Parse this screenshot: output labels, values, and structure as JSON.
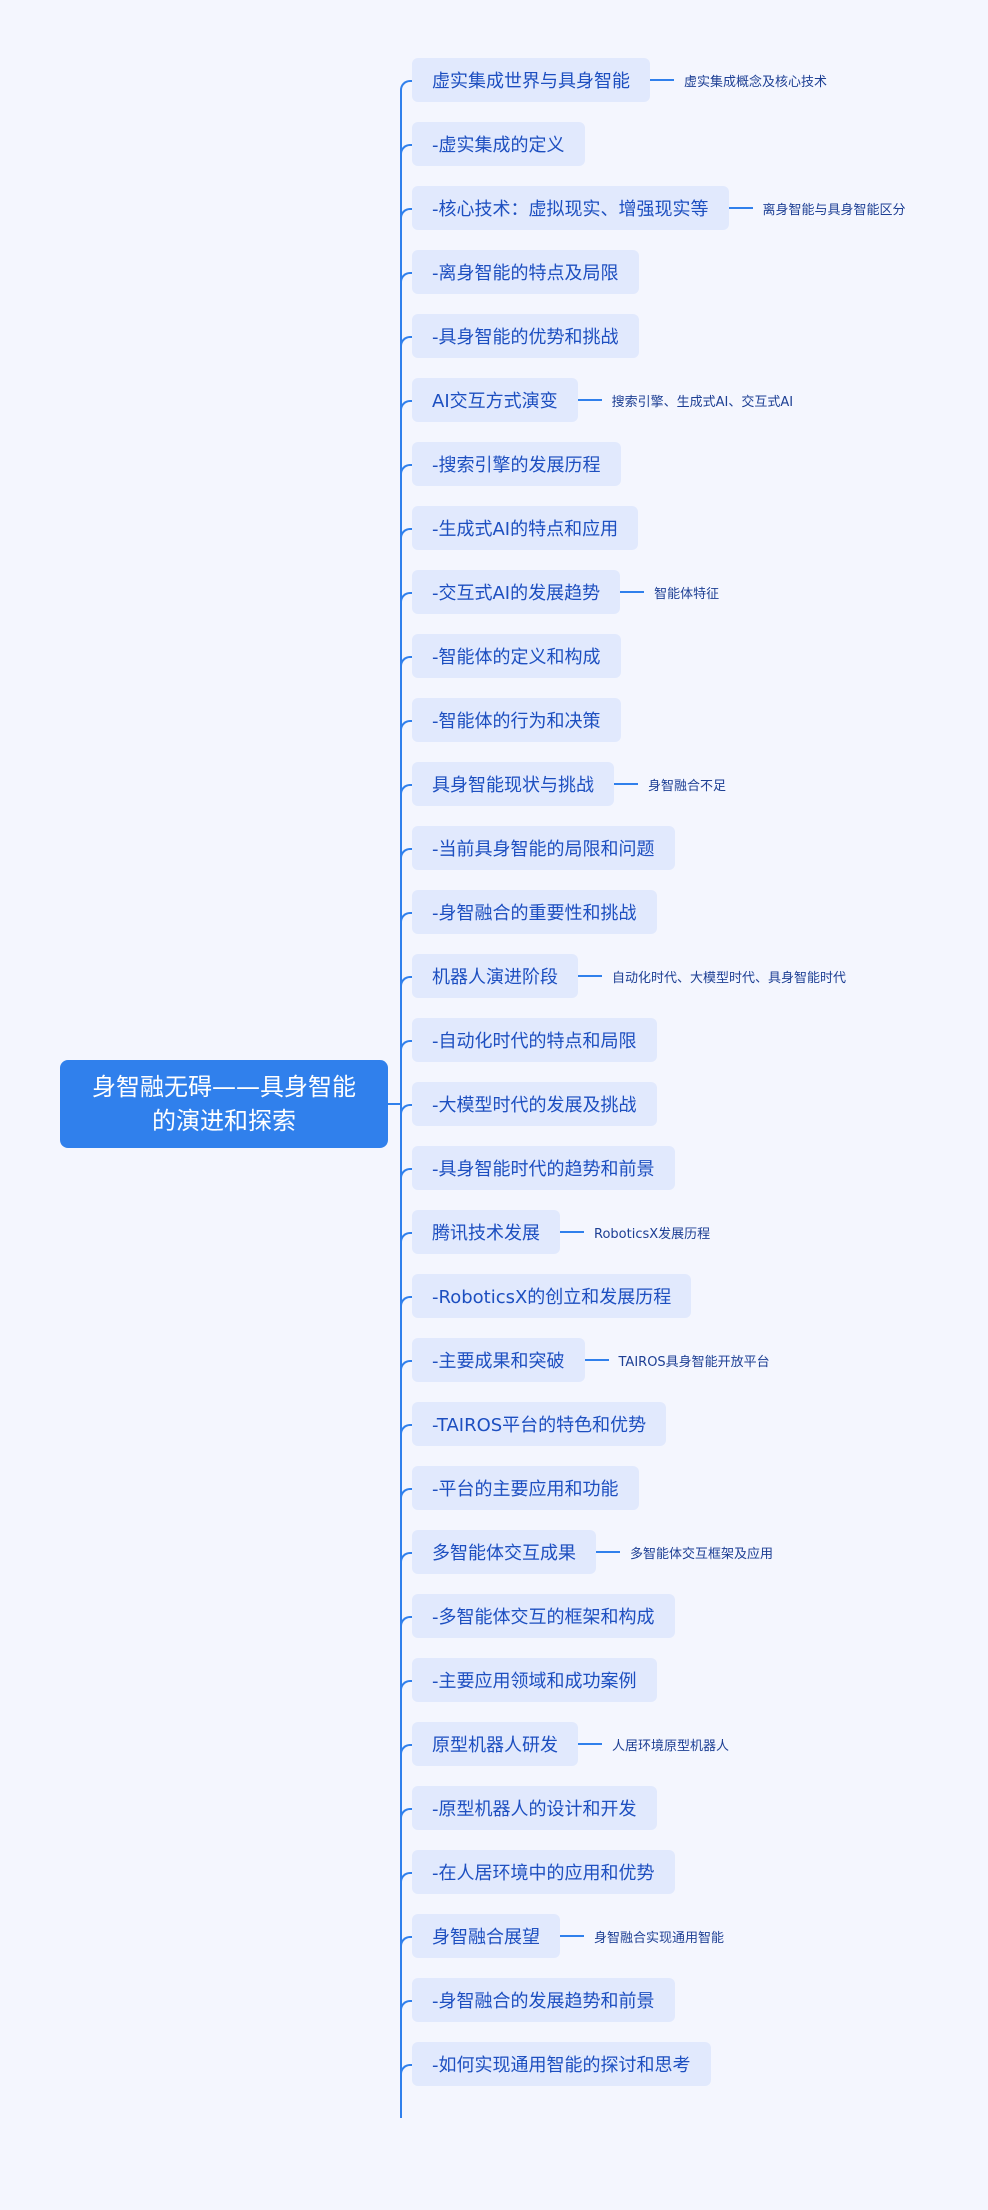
{
  "root": {
    "line1": "身智融无碍——具身智能",
    "line2": "的演进和探索"
  },
  "colors": {
    "accent": "#3080ec",
    "node_bg": "#e1e9fd",
    "background": "#f4f6fe"
  },
  "nodes": [
    {
      "label": "虚实集成世界与具身智能",
      "child": "虚实集成概念及核心技术"
    },
    {
      "label": "-虚实集成的定义"
    },
    {
      "label": "-核心技术：虚拟现实、增强现实等",
      "child": "离身智能与具身智能区分"
    },
    {
      "label": "-离身智能的特点及局限"
    },
    {
      "label": "-具身智能的优势和挑战"
    },
    {
      "label": "AI交互方式演变",
      "child": "搜索引擎、生成式AI、交互式AI"
    },
    {
      "label": "-搜索引擎的发展历程"
    },
    {
      "label": "-生成式AI的特点和应用"
    },
    {
      "label": "-交互式AI的发展趋势",
      "child": "智能体特征"
    },
    {
      "label": "-智能体的定义和构成"
    },
    {
      "label": "-智能体的行为和决策"
    },
    {
      "label": "具身智能现状与挑战",
      "child": "身智融合不足"
    },
    {
      "label": "-当前具身智能的局限和问题"
    },
    {
      "label": "-身智融合的重要性和挑战"
    },
    {
      "label": "机器人演进阶段",
      "child": "自动化时代、大模型时代、具身智能时代"
    },
    {
      "label": "-自动化时代的特点和局限"
    },
    {
      "label": "-大模型时代的发展及挑战"
    },
    {
      "label": "-具身智能时代的趋势和前景"
    },
    {
      "label": "腾讯技术发展",
      "child": "RoboticsX发展历程"
    },
    {
      "label": "-RoboticsX的创立和发展历程"
    },
    {
      "label": "-主要成果和突破",
      "child": "TAIROS具身智能开放平台"
    },
    {
      "label": "-TAIROS平台的特色和优势"
    },
    {
      "label": "-平台的主要应用和功能"
    },
    {
      "label": "多智能体交互成果",
      "child": "多智能体交互框架及应用"
    },
    {
      "label": "-多智能体交互的框架和构成"
    },
    {
      "label": "-主要应用领域和成功案例"
    },
    {
      "label": "原型机器人研发",
      "child": "人居环境原型机器人"
    },
    {
      "label": "-原型机器人的设计和开发"
    },
    {
      "label": "-在人居环境中的应用和优势"
    },
    {
      "label": "身智融合展望",
      "child": "身智融合实现通用智能"
    },
    {
      "label": "-身智融合的发展趋势和前景"
    },
    {
      "label": "-如何实现通用智能的探讨和思考"
    }
  ]
}
